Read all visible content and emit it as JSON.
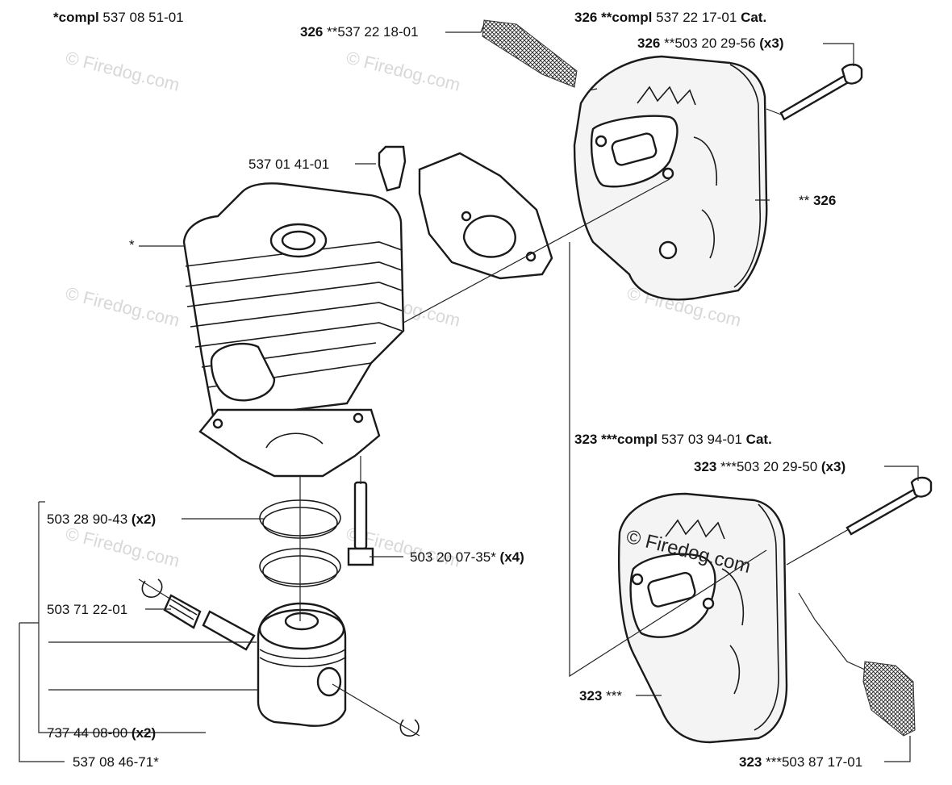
{
  "labels": {
    "cyl_kit": {
      "num": "",
      "pre": "*compl",
      "text": " 537 08 51-01",
      "suf": ""
    },
    "gasket_326": {
      "num": "326",
      "pre": "",
      "text": " **537 22 18-01",
      "suf": ""
    },
    "muffler_326_kit": {
      "num": "326",
      "pre": " **compl",
      "text": " 537 22 17-01 ",
      "suf": "Cat."
    },
    "screw_326": {
      "num": "326",
      "pre": "",
      "text": " **503 20 29-56 ",
      "suf": "(x3)"
    },
    "deflector": {
      "num": "",
      "pre": "",
      "text": "537 01 41-01",
      "suf": ""
    },
    "muffler_326": {
      "num": "326",
      "pre": "",
      "text": "** ",
      "suf": ""
    },
    "cylinder": {
      "num": "",
      "pre": "",
      "text": "*",
      "suf": ""
    },
    "muffler_323_kit": {
      "num": "323",
      "pre": " ***compl",
      "text": " 537 03 94-01 ",
      "suf": "Cat."
    },
    "screw_323": {
      "num": "323",
      "pre": "",
      "text": " ***503 20 29-50 ",
      "suf": "(x3)"
    },
    "ring": {
      "num": "",
      "pre": "",
      "text": "503 28 90-43 ",
      "suf": "(x2)"
    },
    "cyl_screw": {
      "num": "",
      "pre": "",
      "text": "503 20 07-35* ",
      "suf": "(x4)"
    },
    "bearing": {
      "num": "",
      "pre": "",
      "text": "503 71 22-01",
      "suf": ""
    },
    "circlip": {
      "num": "",
      "pre": "",
      "text": "737 44 08-00 ",
      "suf": "(x2)"
    },
    "piston_kit": {
      "num": "",
      "pre": "",
      "text": "537 08 46-71*",
      "suf": ""
    },
    "muffler_323": {
      "num": "323",
      "pre": "",
      "text": " ***",
      "suf": ""
    },
    "screen_323": {
      "num": "323",
      "pre": "",
      "text": " ***503 87 17-01",
      "suf": ""
    }
  },
  "watermark": {
    "symbol": "©",
    "text": "Firedog.com"
  }
}
